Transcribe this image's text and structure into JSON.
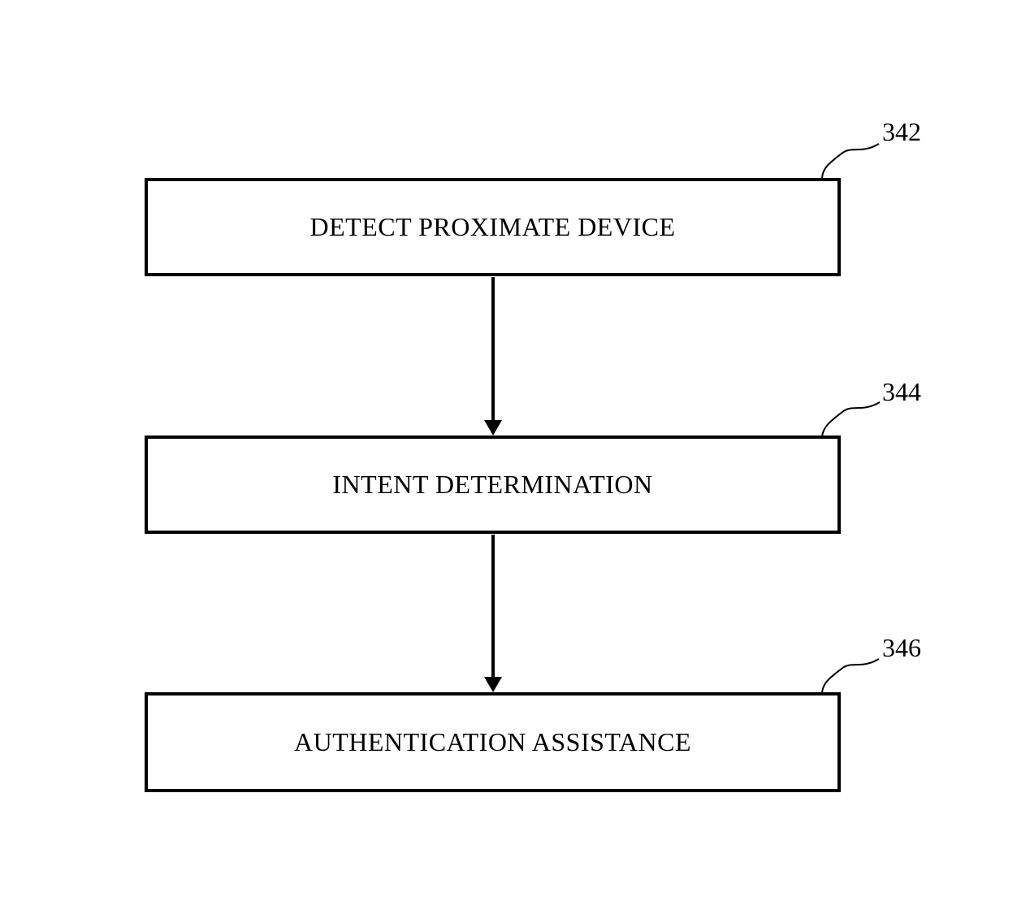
{
  "figure": {
    "background_color": "#ffffff",
    "line_color": "#000000",
    "type": "flowchart",
    "boxes": [
      {
        "label": "DETECT PROXIMATE DEVICE",
        "ref": "342"
      },
      {
        "label": "INTENT DETERMINATION",
        "ref": "344"
      },
      {
        "label": "AUTHENTICATION ASSISTANCE",
        "ref": "346"
      }
    ],
    "connections": [
      {
        "from": "DETECT PROXIMATE DEVICE",
        "to": "INTENT DETERMINATION",
        "style": "arrow-down"
      },
      {
        "from": "INTENT DETERMINATION",
        "to": "AUTHENTICATION ASSISTANCE",
        "style": "arrow-down"
      }
    ]
  }
}
